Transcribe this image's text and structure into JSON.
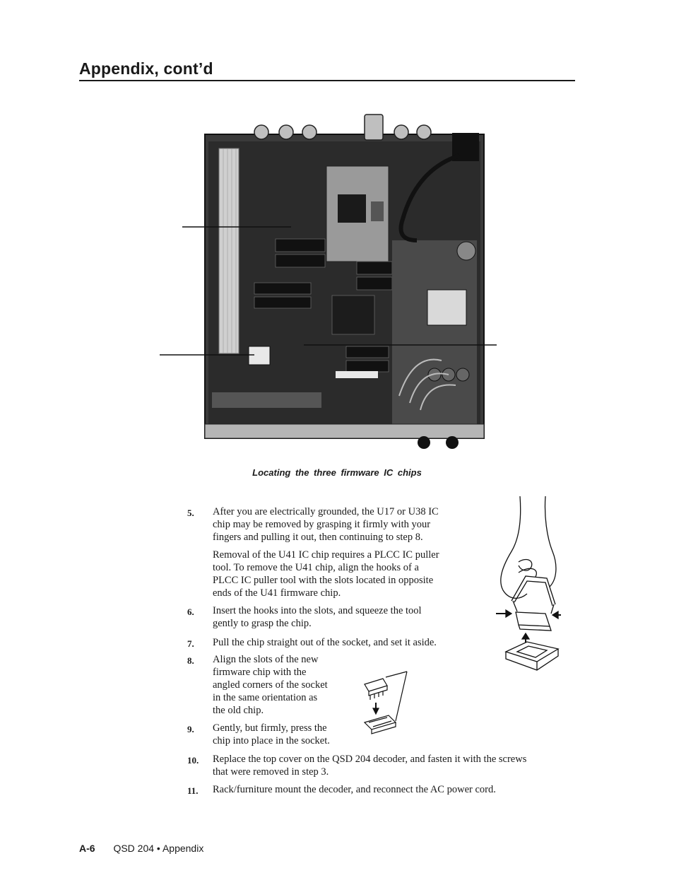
{
  "header": {
    "title": "Appendix, cont’d"
  },
  "figure": {
    "caption": "Locating the three firmware IC chips"
  },
  "steps": [
    {
      "num": "5.",
      "lines": [
        "After you are electrically grounded, the U17 or U38 IC",
        "chip may be removed by grasping it firmly with your",
        "fingers and pulling it out, then continuing to step 8."
      ]
    },
    {
      "num": "",
      "lines": [
        "Removal of the U41 IC chip requires  a PLCC IC puller",
        "tool.  To remove the U41 chip, align the hooks of a",
        "PLCC IC puller tool with the slots located in opposite",
        "ends of the U41 firmware chip."
      ]
    },
    {
      "num": "6.",
      "lines": [
        "Insert the hooks into the slots, and squeeze the tool",
        "gently to grasp the chip."
      ]
    },
    {
      "num": "7.",
      "lines": [
        "Pull the chip straight out of the socket, and set it aside."
      ]
    },
    {
      "num": "8.",
      "lines": [
        "Align the slots of the new",
        "firmware chip with the",
        "angled corners of the socket",
        "in the same orientation as",
        "the old chip."
      ]
    },
    {
      "num": "9.",
      "lines": [
        "Gently, but firmly, press the",
        "chip into place in the socket."
      ]
    },
    {
      "num": "10.",
      "lines": [
        "Replace the top cover on the QSD 204 decoder, and fasten it with the screws",
        "that were removed in step 3."
      ]
    },
    {
      "num": "11.",
      "lines": [
        "Rack/furniture mount the decoder, and reconnect the AC power cord."
      ]
    }
  ],
  "footer": {
    "page": "A-6",
    "doc": "QSD 204 • Appendix"
  }
}
